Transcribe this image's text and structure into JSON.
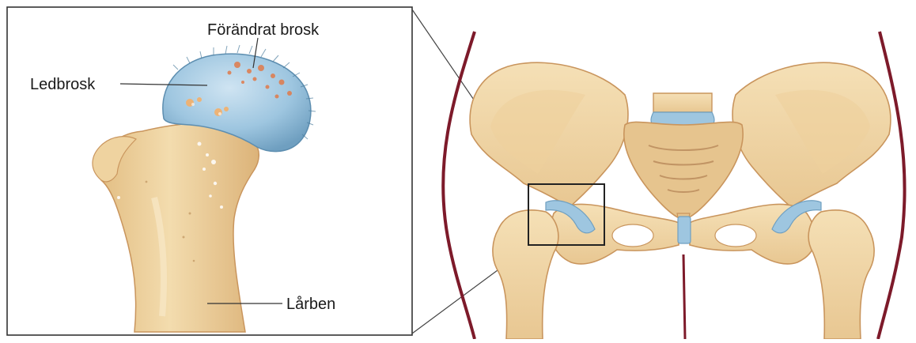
{
  "labels": {
    "altered_cartilage": "Förändrat brosk",
    "articular_cartilage": "Ledbrosk",
    "femur": "Lårben"
  },
  "colors": {
    "bone_fill": "#f1d8a8",
    "bone_shade": "#e2bd82",
    "bone_outline": "#c9955d",
    "cartilage": "#9ec6e0",
    "cartilage_dark": "#6f9fc0",
    "damage": "#e07a4a",
    "body_outline": "#7d1a2a",
    "frame": "#333333"
  }
}
